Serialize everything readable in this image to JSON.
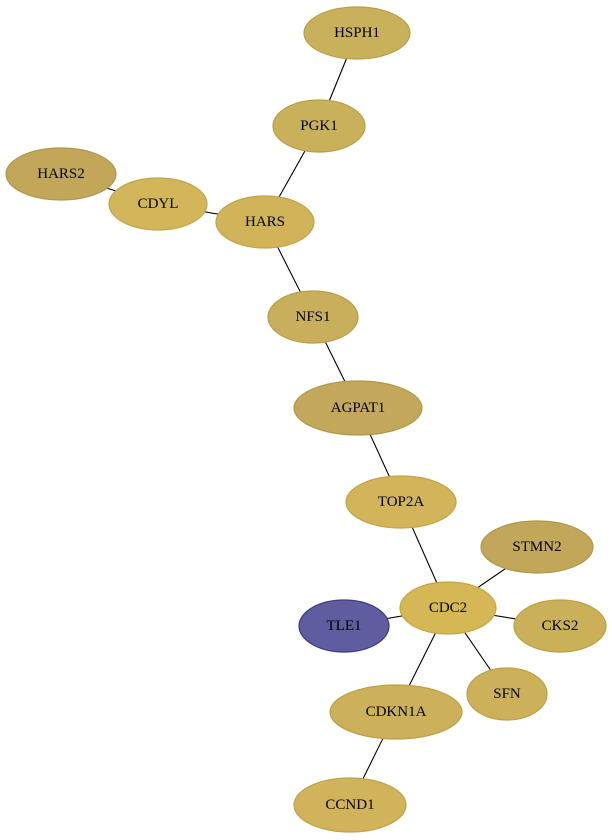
{
  "graph": {
    "nodes": [
      {
        "id": "HSPH1",
        "label": "HSPH1",
        "fill": "#c9b05a",
        "stroke": "#b89f48"
      },
      {
        "id": "PGK1",
        "label": "PGK1",
        "fill": "#c9b05a",
        "stroke": "#b89f48"
      },
      {
        "id": "HARS2",
        "label": "HARS2",
        "fill": "#c2a75b",
        "stroke": "#b0964a"
      },
      {
        "id": "CDYL",
        "label": "CDYL",
        "fill": "#d3b55a",
        "stroke": "#c2a448"
      },
      {
        "id": "HARS",
        "label": "HARS",
        "fill": "#d1b45a",
        "stroke": "#c0a348"
      },
      {
        "id": "NFS1",
        "label": "NFS1",
        "fill": "#c9af5b",
        "stroke": "#b89e4a"
      },
      {
        "id": "AGPAT1",
        "label": "AGPAT1",
        "fill": "#c3a85b",
        "stroke": "#b2974a"
      },
      {
        "id": "TOP2A",
        "label": "TOP2A",
        "fill": "#d2b55a",
        "stroke": "#c1a448"
      },
      {
        "id": "STMN2",
        "label": "STMN2",
        "fill": "#c2a75b",
        "stroke": "#b0964a"
      },
      {
        "id": "TLE1",
        "label": "TLE1",
        "fill": "#605ca0",
        "stroke": "#3c3a80"
      },
      {
        "id": "CDC2",
        "label": "CDC2",
        "fill": "#d6b756",
        "stroke": "#c5a644"
      },
      {
        "id": "CKS2",
        "label": "CKS2",
        "fill": "#cbb05a",
        "stroke": "#ba9f48"
      },
      {
        "id": "SFN",
        "label": "SFN",
        "fill": "#ccb15a",
        "stroke": "#bba048"
      },
      {
        "id": "CDKN1A",
        "label": "CDKN1A",
        "fill": "#cdb15a",
        "stroke": "#bca048"
      },
      {
        "id": "CCND1",
        "label": "CCND1",
        "fill": "#d0b35a",
        "stroke": "#bfa248"
      }
    ],
    "edges": [
      {
        "source": "HSPH1",
        "target": "PGK1"
      },
      {
        "source": "PGK1",
        "target": "HARS"
      },
      {
        "source": "HARS2",
        "target": "CDYL"
      },
      {
        "source": "CDYL",
        "target": "HARS"
      },
      {
        "source": "HARS",
        "target": "NFS1"
      },
      {
        "source": "NFS1",
        "target": "AGPAT1"
      },
      {
        "source": "AGPAT1",
        "target": "TOP2A"
      },
      {
        "source": "TOP2A",
        "target": "CDC2"
      },
      {
        "source": "STMN2",
        "target": "CDC2"
      },
      {
        "source": "TLE1",
        "target": "CDC2"
      },
      {
        "source": "CDC2",
        "target": "CKS2"
      },
      {
        "source": "CDC2",
        "target": "SFN"
      },
      {
        "source": "CDC2",
        "target": "CDKN1A"
      },
      {
        "source": "CDKN1A",
        "target": "CCND1"
      }
    ]
  }
}
